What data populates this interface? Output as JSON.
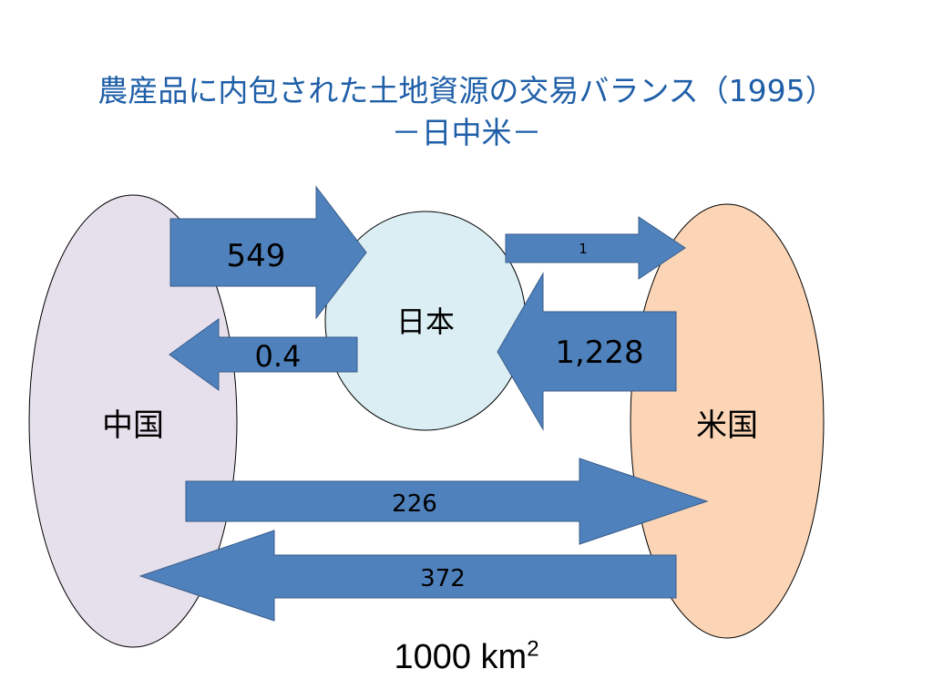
{
  "title": {
    "line1": "農産品に内包された土地資源の交易バランス（1995）",
    "line2": "－日中米－"
  },
  "nodes": {
    "china": {
      "label": "中国",
      "color": "#e6dfec"
    },
    "japan": {
      "label": "日本",
      "color": "#daeef3"
    },
    "usa": {
      "label": "米国",
      "color": "#fbd5b5"
    }
  },
  "flows": {
    "china_to_japan": {
      "value": "549"
    },
    "japan_to_china": {
      "value": "0.4"
    },
    "japan_to_usa": {
      "value": "1"
    },
    "usa_to_japan": {
      "value": "1,228"
    },
    "china_to_usa": {
      "value": "226"
    },
    "usa_to_china": {
      "value": "372"
    }
  },
  "arrow_color": "#4f81bd",
  "unit": {
    "base": "1000 km",
    "superscript": "2"
  }
}
